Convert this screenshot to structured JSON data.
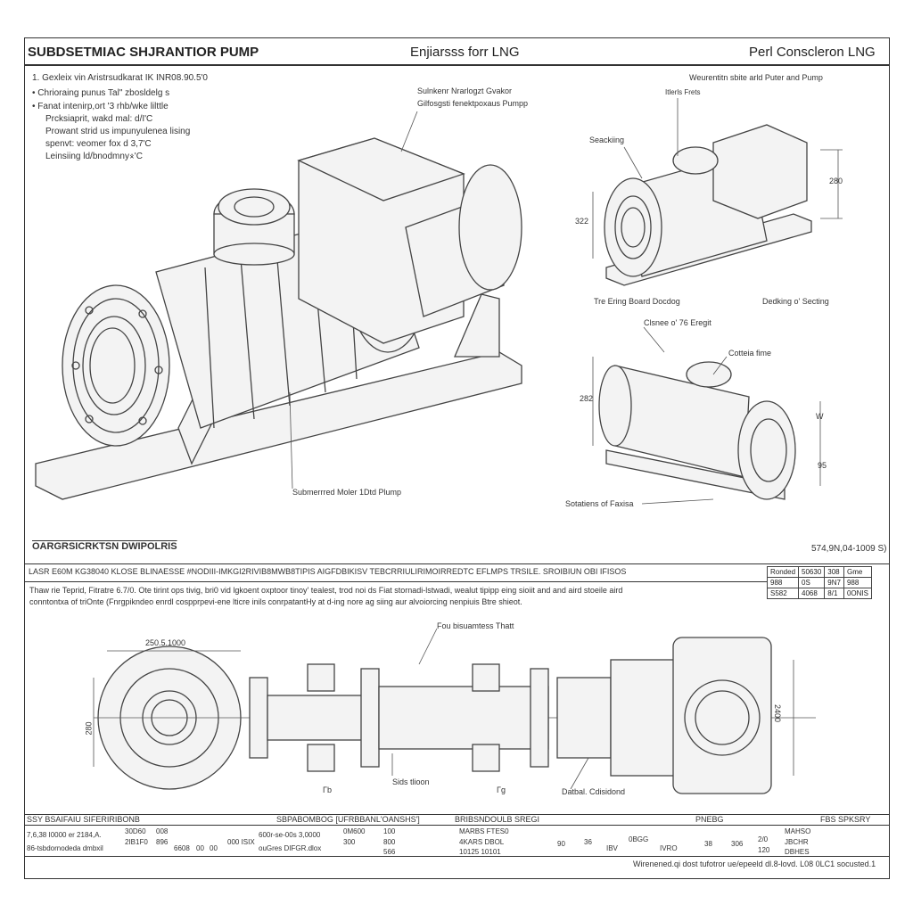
{
  "header": {
    "left_title": "SUBDSETMIAC SHJRANTIOR PUMP",
    "center_title": "Enjiarsss forr LNG",
    "right_title": "Perl Conscleron LNG"
  },
  "notes": [
    "1.  Gexleix vin Aristrsudkarat IK INR08.90.5'0",
    "•  Chrioraing punus Tal\" zbosldelg s",
    "•  Fanat intenirp,ort '3 rhb/wke lilttle",
    "Prcksiaprit, wakd mal: d/I'C",
    "Prowant strid us impunyulenea lising",
    "spenvt: veomer fox d 3,7'C",
    "Leinsiing ld/bnodmny⨰'C"
  ],
  "labels": {
    "main_callout_1": "Sulnkenr Nrarlogzt Gvakor",
    "main_callout_2": "Gilfosgsti fenektpoxaus Pumpp",
    "main_caption": "Submerrred Moler 1Dtd Plump",
    "right_title": "Weurentitn sbite arld Puter and Pump",
    "iterls": "Itlerls Frets",
    "seacking": "Seackiing",
    "dim_280": "280",
    "dim_322": "322",
    "board": "Tre Ering Board Docdog",
    "decking": "Dedking o' Secting",
    "clsnee": "Clsnee o' 76 Eregit",
    "cotteia": "Cotteia fime",
    "dim_282": "282",
    "dim_w": "W",
    "dim_95": "95",
    "sotatiens": "Sotatiens of Faxisa"
  },
  "section": {
    "title": "OARGRSICRKTSN DWIPOLRIS",
    "code": "574,9N,04-1009 S)",
    "row_header": "LASR E60M KG38040 KLOSE BLINAESSE #NODIII-IMKGI2RIVIB8MWB8TIPIS AIGFDBIKISV TEBCRRIULIRIMOIRREDTC    EFLMPS    TRSILE. SROIBIUN OBI IFISOS",
    "desc_1": "Thaw rie Teprid, Fitratre 6.7/0. Ote tirint ops tivig, bri0 vid lgkoent oxptoor tinoy' tealest, trod noi ds Fiat stornadi-lstwadi, wealut tipipp eing sioiit and and aird stoeile aird",
    "desc_2": "conntontxa of triOnte (Fnrgpikndeo enrdl cospprpevi-ene lticre inils conrpatantHy at d-ing nore ag siing aur alvoiorcing nenpiuis Btre shieot.",
    "mini_table": [
      [
        "Ronded",
        "50630",
        "308",
        "Gme"
      ],
      [
        "988",
        "0S",
        "9N7",
        "988"
      ],
      [
        "S582",
        "4068",
        "8/1",
        "0ONIS"
      ]
    ]
  },
  "lower": {
    "dim_width": "250.5.1000",
    "callout": "Fou bisuamtess Thatt",
    "dim_left": "280",
    "sids": "Sids tlioon",
    "detail": "Datbal. Cdisidond",
    "dim_right": "2400",
    "mark_1": "Γb",
    "mark_2": "Γg"
  },
  "title_block": {
    "headers": [
      "SSY BSAIFAIU SIFERIRIBONB",
      "SBPABOMBOG [UFRBBANL'OANSHS']",
      "BRIBSNDOULB SREGI",
      "PNEBG",
      "FBS SPKSRY"
    ],
    "cells": [
      "7,6,38 I0000 er 2184,A.",
      "86-tsbdornodeda dmbxil",
      "30D60",
      "008",
      "2IB1F0",
      "896",
      "6608",
      "00",
      "00",
      "000 ISIX",
      "600r-se-00s 3,0000",
      "ouGres DIFGR.dlox",
      "0M600",
      "100",
      "300",
      "800",
      "566",
      "MARBS  FTES0",
      "4KARS  DBOL",
      "10125  10101",
      "90",
      "36",
      "IBV",
      "0BGG",
      "IVRO",
      "38",
      "306",
      "2/0",
      "120",
      "MAHSO",
      "JBCHR",
      "DBHES"
    ],
    "footer": "Wirenened.qi dost tufotror ue/epeeld dl.8-lovd. L08 0LC1 socusted.1"
  }
}
